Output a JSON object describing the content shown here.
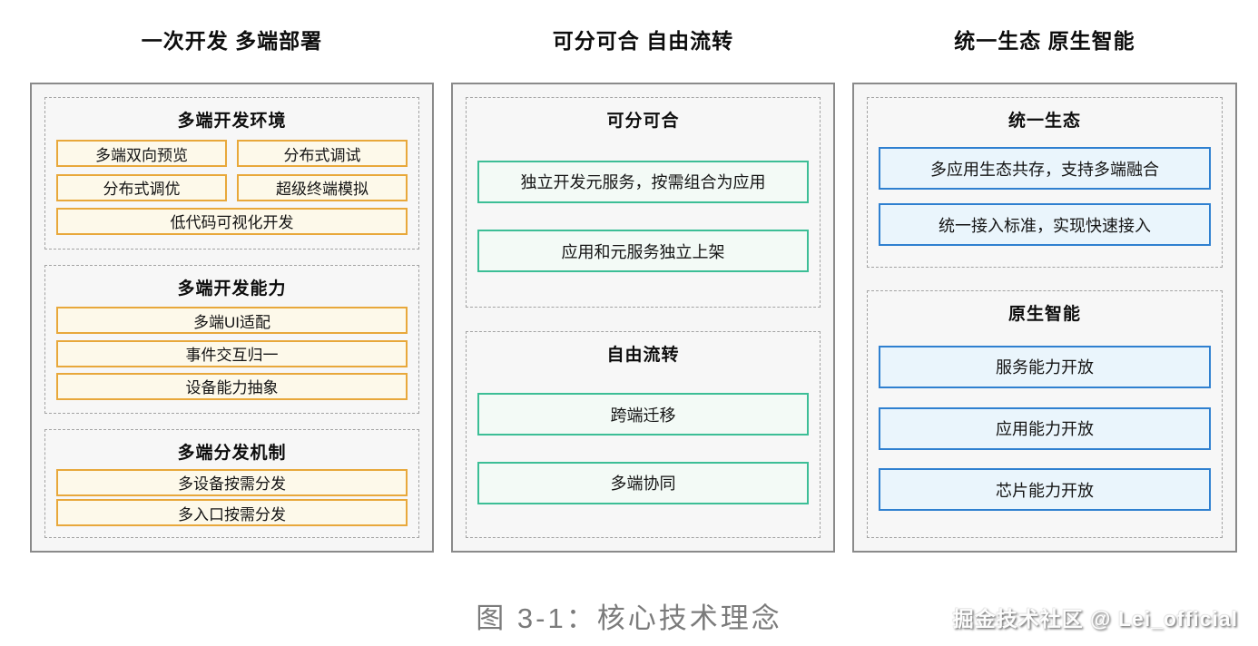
{
  "caption": "图 3-1：核心技术理念",
  "watermark": "掘金技术社区 @ Lei_official",
  "colors": {
    "yellow_border": "#E8A83B",
    "yellow_fill": "#FDF9EA",
    "green_border": "#3CBE96",
    "green_fill": "#F3FAF6",
    "blue_border": "#2F80D0",
    "blue_fill": "#EAF5FC",
    "panel_border": "#8A8A8A",
    "panel_bg": "#F6F6F6",
    "section_dash_border": "#A3A3A3",
    "caption_text": "#7B7B7B"
  },
  "columns": [
    {
      "title": "一次开发 多端部署",
      "theme": "yellow",
      "sections": [
        {
          "title": "多端开发环境",
          "rows": [
            [
              "多端双向预览",
              "分布式调试"
            ],
            [
              "分布式调优",
              "超级终端模拟"
            ],
            [
              "低代码可视化开发"
            ]
          ]
        },
        {
          "title": "多端开发能力",
          "rows": [
            [
              "多端UI适配"
            ],
            [
              "事件交互归一"
            ],
            [
              "设备能力抽象"
            ]
          ]
        },
        {
          "title": "多端分发机制",
          "rows": [
            [
              "多设备按需分发"
            ],
            [
              "多入口按需分发"
            ]
          ]
        }
      ]
    },
    {
      "title": "可分可合 自由流转",
      "theme": "green",
      "sections": [
        {
          "title": "可分可合",
          "rows": [
            [
              "独立开发元服务，按需组合为应用"
            ],
            [
              "应用和元服务独立上架"
            ]
          ]
        },
        {
          "title": "自由流转",
          "rows": [
            [
              "跨端迁移"
            ],
            [
              "多端协同"
            ]
          ]
        }
      ]
    },
    {
      "title": "统一生态 原生智能",
      "theme": "blue",
      "sections": [
        {
          "title": "统一生态",
          "rows": [
            [
              "多应用生态共存，支持多端融合"
            ],
            [
              "统一接入标准，实现快速接入"
            ]
          ]
        },
        {
          "title": "原生智能",
          "rows": [
            [
              "服务能力开放"
            ],
            [
              "应用能力开放"
            ],
            [
              "芯片能力开放"
            ]
          ]
        }
      ]
    }
  ]
}
